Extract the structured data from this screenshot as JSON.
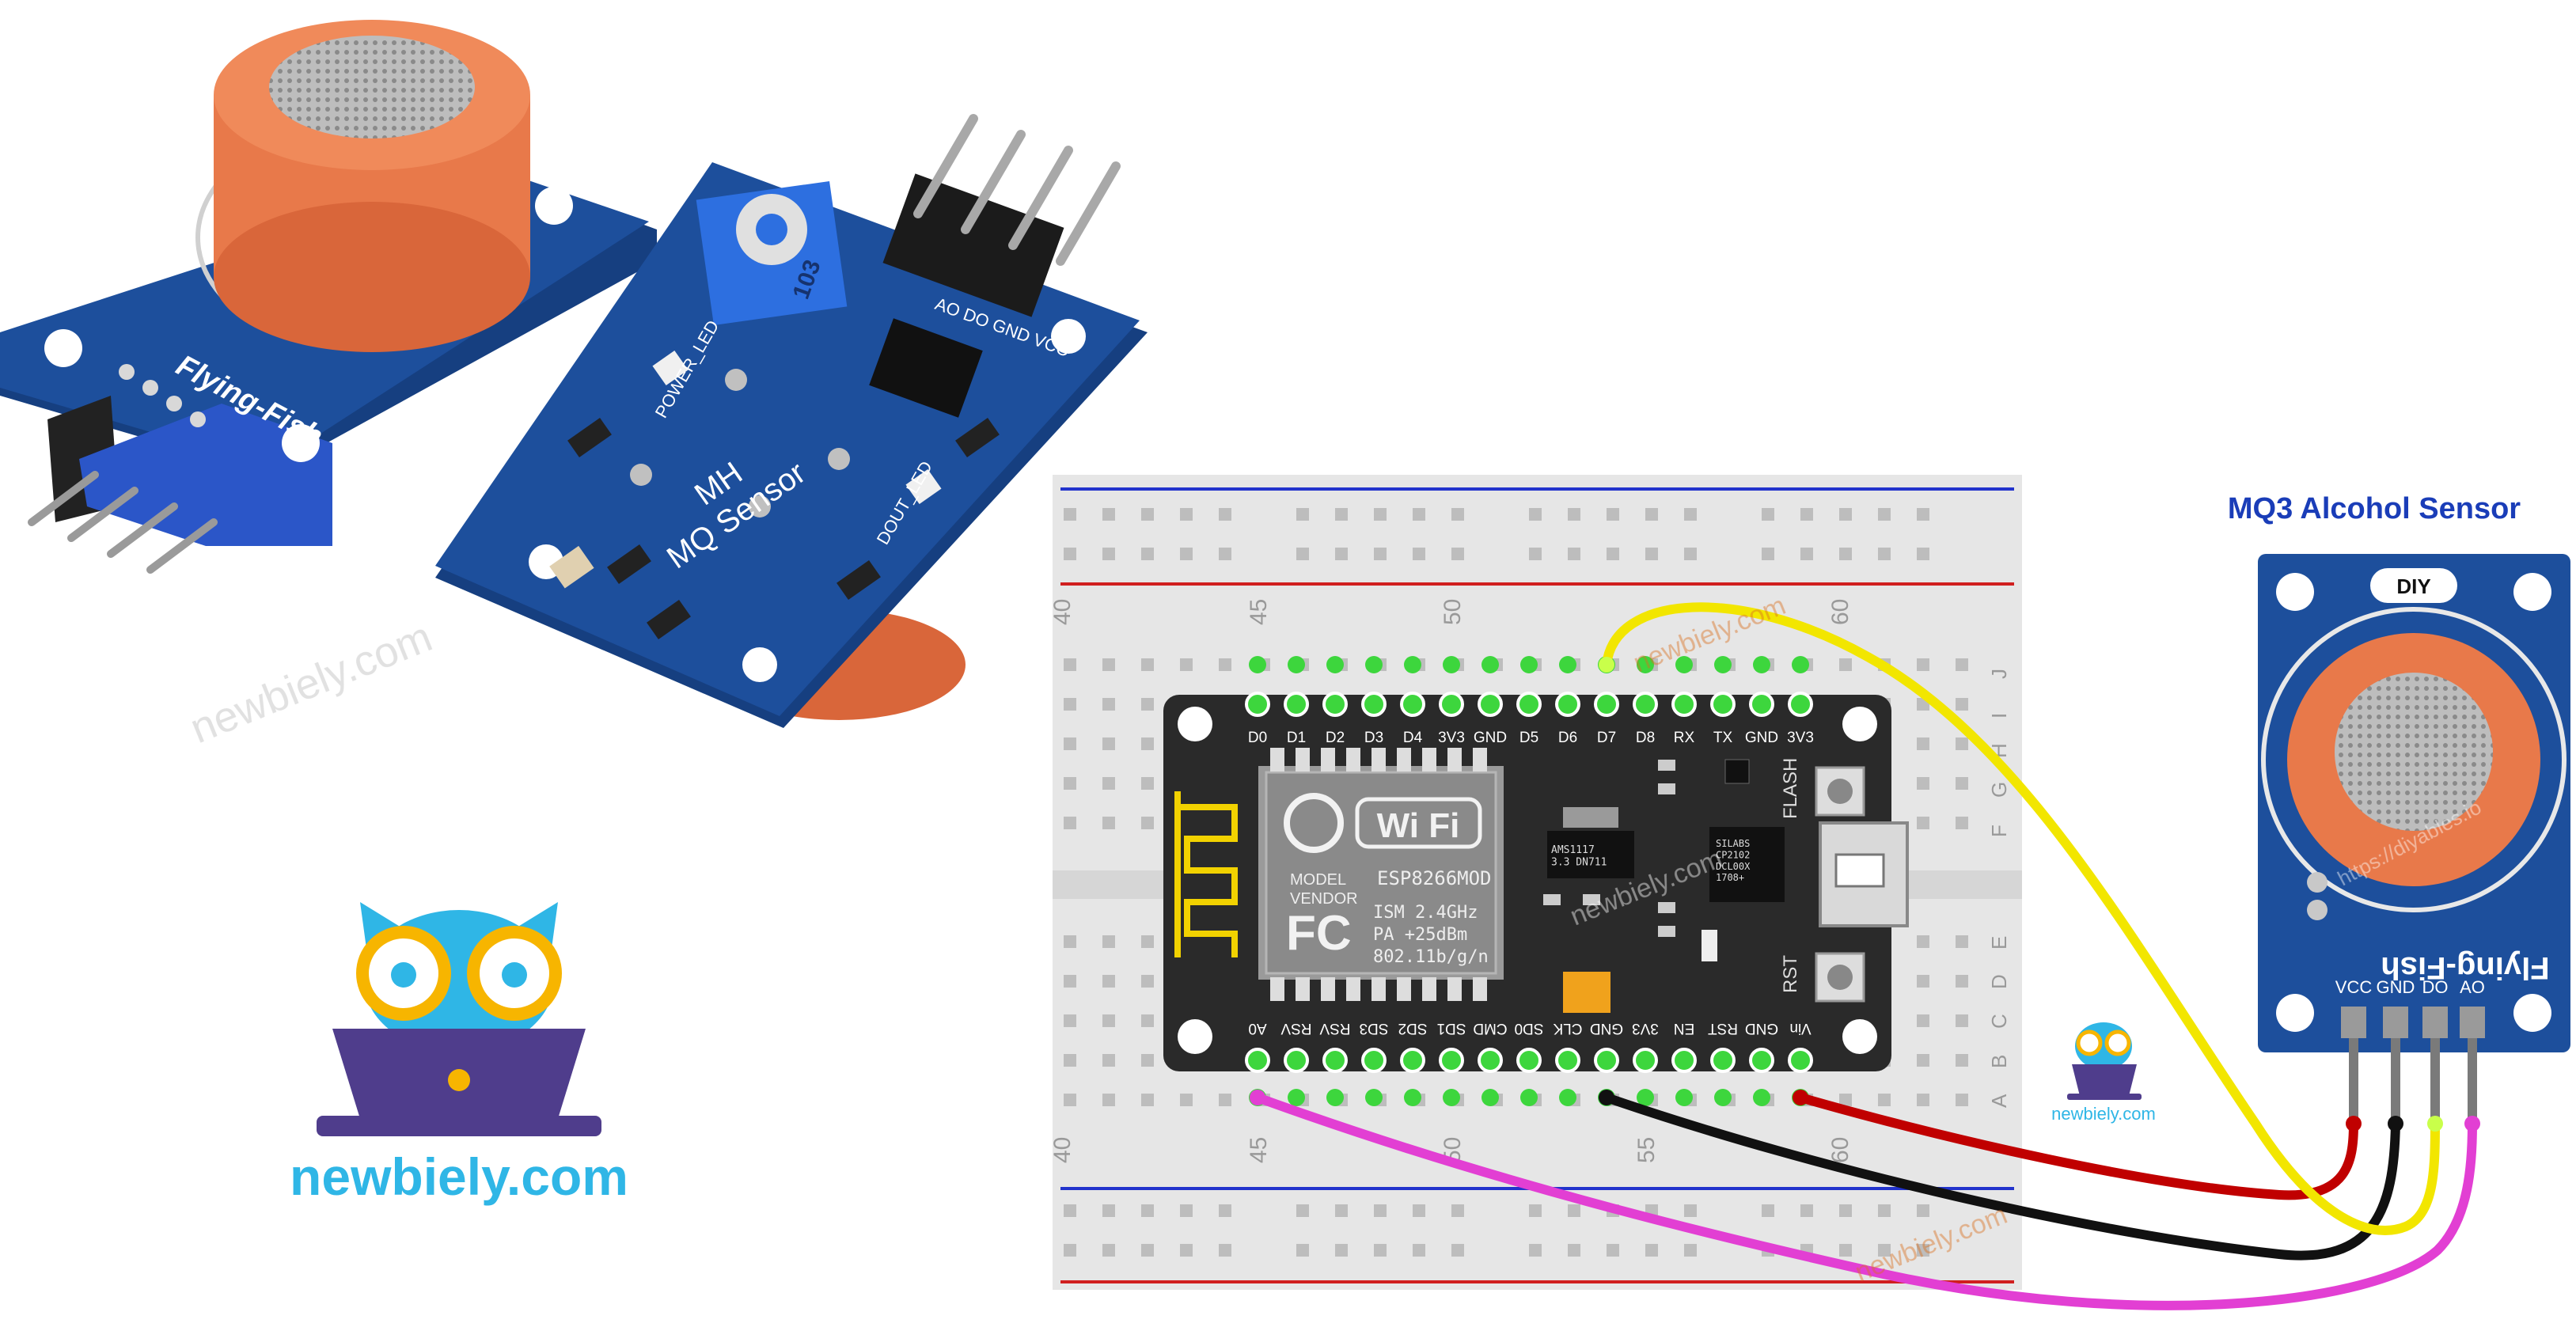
{
  "colors": {
    "pcb_blue": "#1d4f9c",
    "pcb_dark": "#163f80",
    "sensor_orange": "#e8794a",
    "breadboard": "#e6e6e6",
    "rail_red": "#d01f1f",
    "rail_blue": "#2233cc",
    "pin_green": "#3dd63d",
    "board_black": "#2a2a2a",
    "wire_yellow": "#f2e600",
    "wire_red": "#c00000",
    "wire_black": "#111111",
    "wire_magenta": "#e23fd3",
    "brand_cyan": "#2fb6e6",
    "brand_yellow": "#f7b500",
    "brand_purple": "#4f3d8c",
    "title_blue": "#1a3db8"
  },
  "photo": {
    "module1_brand": "Flying-Fish",
    "module2_brand": "MH",
    "module2_model": "MQ Sensor",
    "pot_label": "103",
    "power_led_label": "POWER_LED",
    "dout_led_label": "DOUT_LED",
    "pin_labels": "AO DO GND VCC"
  },
  "logo": {
    "brand": "newbiely.com"
  },
  "watermarks": {
    "text": "newbiely.com",
    "alt_text": "https://diyables.io"
  },
  "breadboard": {
    "col_numbers": [
      "40",
      "45",
      "50",
      "55",
      "60"
    ],
    "row_letters_top": [
      "J",
      "I",
      "H",
      "G",
      "F"
    ],
    "row_letters_bottom": [
      "E",
      "D",
      "C",
      "B",
      "A"
    ]
  },
  "board": {
    "top_pins": [
      "D0",
      "D1",
      "D2",
      "D3",
      "D4",
      "3V3",
      "GND",
      "D5",
      "D6",
      "D7",
      "D8",
      "RX",
      "TX",
      "GND",
      "3V3"
    ],
    "bottom_pins": [
      "A0",
      "RSV",
      "RSV",
      "SD3",
      "SD2",
      "SD1",
      "CMD",
      "SD0",
      "CLK",
      "GND",
      "3V3",
      "EN",
      "RST",
      "GND",
      "Vin"
    ],
    "module_label": "ESP8266MOD",
    "model_vendor": "MODEL\nVENDOR",
    "wifi_text": "Wi Fi",
    "fc_text": "FC",
    "spec_lines": [
      "ISM 2.4GHz",
      "PA  +25dBm",
      "802.11b/g/n"
    ],
    "flash_label": "FLASH",
    "rst_label": "RST",
    "regulator_label": "AMS1117\n3.3  DN711",
    "usb_chip_label": "SILABS\nCP2102\nDCL00X\n1708+"
  },
  "sensor": {
    "title": "MQ3 Alcohol Sensor",
    "brand": "Flying-Fish",
    "badge": "DIY",
    "pins": [
      "VCC",
      "GND",
      "DO",
      "AO"
    ]
  },
  "small_logo": {
    "brand": "newbiely.com"
  }
}
